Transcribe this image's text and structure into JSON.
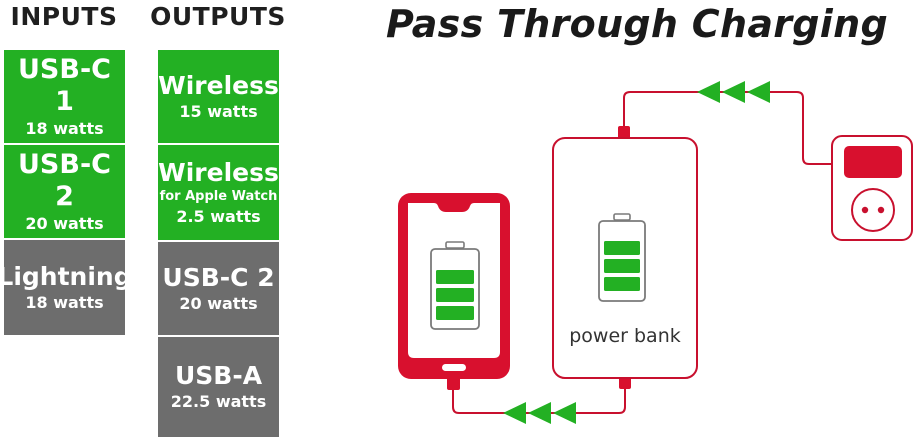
{
  "inputs": {
    "title": "INPUTS",
    "items": [
      {
        "name": "USB-C 1",
        "power": "18 watts",
        "color": "#23b023"
      },
      {
        "name": "USB-C 2",
        "power": "20 watts",
        "color": "#23b023"
      },
      {
        "name": "Lightning",
        "power": "18 watts",
        "color": "#6d6d6d"
      }
    ]
  },
  "outputs": {
    "title": "OUTPUTS",
    "items": [
      {
        "name": "Wireless",
        "power": "15 watts",
        "color": "#23b023"
      },
      {
        "name": "Wireless",
        "note": "for Apple Watch",
        "power": "2.5 watts",
        "color": "#23b023"
      },
      {
        "name": "USB-C 2",
        "power": "20 watts",
        "color": "#6d6d6d"
      },
      {
        "name": "USB-A",
        "power": "22.5 watts",
        "color": "#6d6d6d"
      }
    ]
  },
  "diagram": {
    "title": "Pass Through Charging",
    "power_bank_label": "power bank",
    "line_color": "#c8102e",
    "arrow_color": "#23b023",
    "battery_color": "#23b023"
  }
}
